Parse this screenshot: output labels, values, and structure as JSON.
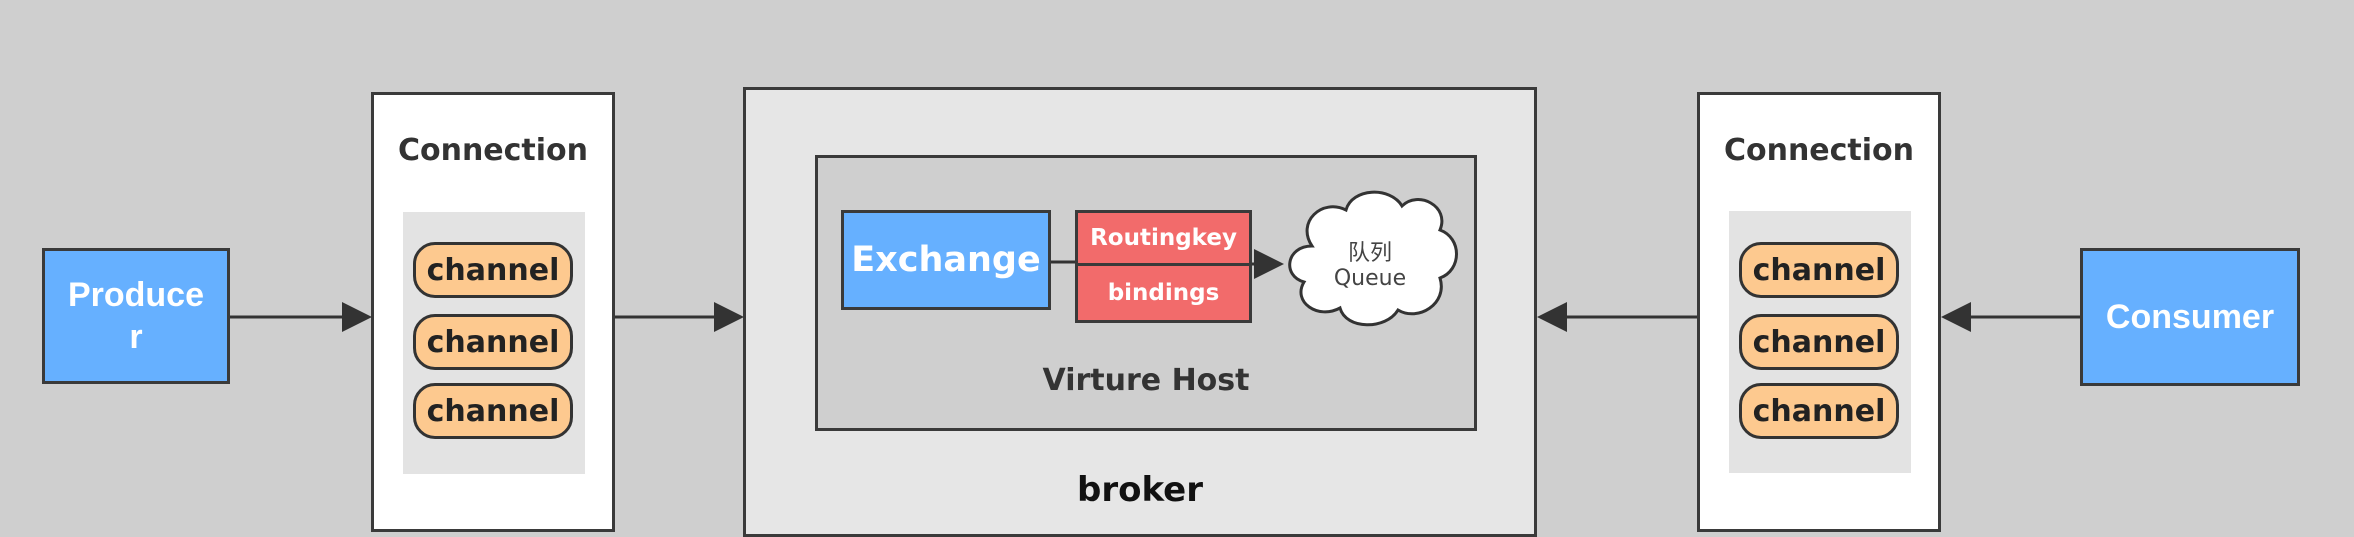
{
  "producer": {
    "label_line1": "Produce",
    "label_line2": "r"
  },
  "consumer": {
    "label": "Consumer"
  },
  "left_connection": {
    "title": "Connection",
    "channels": [
      "channel",
      "channel",
      "channel"
    ]
  },
  "right_connection": {
    "title": "Connection",
    "channels": [
      "channel",
      "channel",
      "channel"
    ]
  },
  "broker": {
    "label": "broker"
  },
  "vhost": {
    "label": "Virture Host",
    "exchange": "Exchange",
    "routingkey": "Routingkey",
    "bindings": "bindings",
    "queue_line1": "队列",
    "queue_line2": "Queue"
  },
  "colors": {
    "background": "#cfcfcf",
    "entity_blue": "#66b0ff",
    "channel_orange": "#fdc98f",
    "routing_red": "#f26b6b",
    "broker_gray": "#e6e6e6"
  }
}
